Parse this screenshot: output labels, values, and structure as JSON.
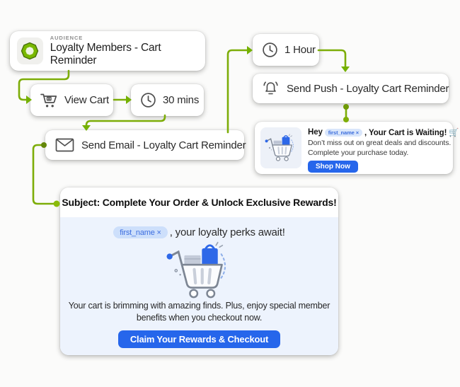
{
  "canvas": {
    "connector_color": "#7dad08",
    "arrow_color": "#74b100",
    "accent_blue": "#2666eb",
    "pill_bg": "#d3e2fb",
    "pill_text": "#3e6fdd"
  },
  "nodes": {
    "audience": {
      "tag": "AUDIENCE",
      "title": "Loyalty Members - Cart Reminder",
      "icon": "polygon-ring-icon"
    },
    "view_cart": {
      "label": "View Cart",
      "icon": "cart-icon"
    },
    "delay_30": {
      "label": "30 mins",
      "icon": "clock-icon"
    },
    "send_email": {
      "label": "Send Email - Loyalty Cart Reminder",
      "icon": "envelope-icon"
    },
    "delay_60": {
      "label": "1 Hour",
      "icon": "clock-icon"
    },
    "send_push": {
      "label": "Send Push - Loyalty Cart Reminder",
      "icon": "bell-icon"
    }
  },
  "push_preview": {
    "greeting_prefix": "Hey",
    "merge_tag": "first_name ×",
    "title_suffix": ", Your Cart is Waiting! 🛒",
    "body_line1": "Don’t miss out on great deals and discounts.",
    "body_line2": "Complete your purchase today.",
    "cta": "Shop Now",
    "image": "cart-illustration"
  },
  "email_preview": {
    "subject": "Subject: Complete Your Order & Unlock Exclusive Rewards!",
    "merge_tag": "first_name ×",
    "greeting_suffix": ", your loyalty perks await!",
    "body_line1": "Your cart is brimming with amazing finds. Plus, enjoy special member",
    "body_line2": "benefits when you checkout now.",
    "cta": "Claim Your Rewards & Checkout",
    "image": "cart-illustration"
  }
}
